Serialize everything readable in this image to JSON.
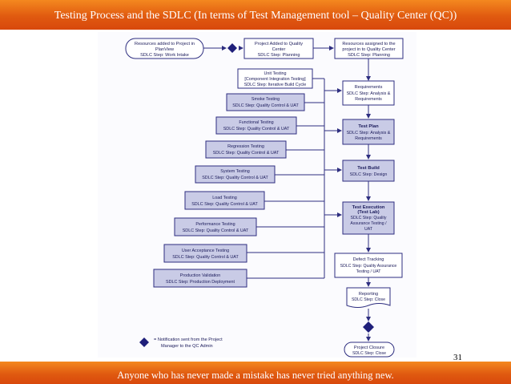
{
  "slide": {
    "title": "Testing Process and the SDLC (In terms of Test Management tool – Quality Center (QC))",
    "footer_quote": "Anyone who has never made a mistake has never tried anything new.",
    "page_number": "31"
  },
  "diagram": {
    "start": {
      "line1": "Resources added to Project in",
      "line2": "PlanView",
      "line3": "SDLC Step: Work Intake"
    },
    "project_added": {
      "line1": "Project Added to Quality",
      "line2": "Center",
      "line3": "SDLC Step: Planning"
    },
    "resources_assigned": {
      "line1": "Resources assigned to the",
      "line2": "project in to Quality Center",
      "line3": "SDLC Step: Planning"
    },
    "unit_testing": {
      "line1": "Unit Testing",
      "line2": "[Component Integration Testing]",
      "line3": "SDLC Step: Iterative Build Cycle"
    },
    "smoke_testing": {
      "line1": "Smoke Testing",
      "line2": "SDLC Step: Quality Control & UAT"
    },
    "functional_testing": {
      "line1": "Functional Testing",
      "line2": "SDLC Step: Quality Control & UAT"
    },
    "regression_testing": {
      "line1": "Regression Testing",
      "line2": "SDLC Step: Quality Control & UAT"
    },
    "system_testing": {
      "line1": "System Testing",
      "line2": "SDLC Step: Quality Control & UAT"
    },
    "load_testing": {
      "line1": "Load Testing",
      "line2": "SDLC Step: Quality Control & UAT"
    },
    "performance_testing": {
      "line1": "Performance Testing",
      "line2": "SDLC Step: Quality Control & UAT"
    },
    "uat": {
      "line1": "User Acceptance Testing",
      "line2": "SDLC Step: Quality Control & UAT"
    },
    "production_validation": {
      "line1": "Production Validation",
      "line2": "SDLC Step: Production Deployment"
    },
    "requirements": {
      "line1": "Requirements",
      "line2": "SDLC Step: Analysis &",
      "line3": "Requirements"
    },
    "test_plan": {
      "line1": "Test Plan",
      "line2": "SDLC Step: Analysis &",
      "line3": "Requirements"
    },
    "test_build": {
      "line1": "Test Build",
      "line2": "SDLC Step: Design"
    },
    "test_execution": {
      "line1": "Test Execution",
      "line2": "(Test Lab)",
      "line3": "SDLC Step: Quality",
      "line4": "Assurance Testing /",
      "line5": "UAT"
    },
    "defect_tracking": {
      "line1": "Defect Tracking",
      "line2": "SDLC Step: Quality Assurance",
      "line3": "Testing /  UAT"
    },
    "reporting": {
      "line1": "Reporting",
      "line2": "SDLC Step: Close"
    },
    "project_closure": {
      "line1": "Project Closure",
      "line2": "SDLC Step: Close"
    },
    "legend": {
      "line1": "= Notification sent from the Project",
      "line2": "Manager  to the QC Admin"
    }
  },
  "colors": {
    "header": "#e05a10",
    "box_fill": "#c9cbe6",
    "box_stroke": "#2e2e80",
    "diamond": "#1f1f7a",
    "line": "#2e2e80"
  }
}
